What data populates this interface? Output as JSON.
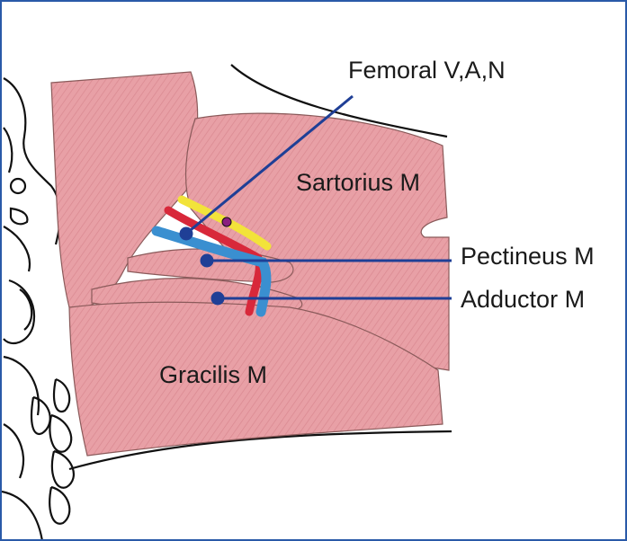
{
  "labels": {
    "femoral": "Femoral V,A,N",
    "sartorius": "Sartorius M",
    "pectineus": "Pectineus M",
    "adductor": "Adductor M",
    "gracilis": "Gracilis M"
  },
  "colors": {
    "border": "#2a5aa8",
    "muscle": "#e8a0a6",
    "muscle_dark": "#d98890",
    "vein": "#3a8fd0",
    "artery": "#d8283a",
    "nerve": "#f2e33a",
    "leader_line": "#1f3f96",
    "label_text": "#1a1a1a"
  }
}
